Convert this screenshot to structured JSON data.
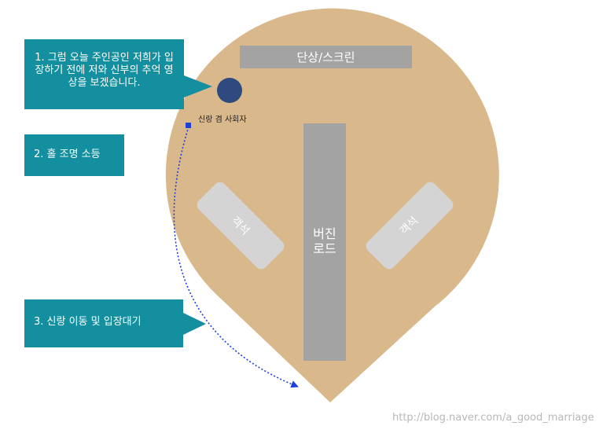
{
  "colors": {
    "venue": "#d9b98c",
    "stage": "#a3a3a3",
    "road": "#a3a3a3",
    "seat": "#d4d4d4",
    "callout": "#138f9f",
    "mc": "#2e4a7f",
    "path": "#1f3fd9"
  },
  "callouts": {
    "step1": "1. 그럼 오늘 주인공인 저희가 입장하기 전에 저와 신부의 추억 영상을 보겠습니다.",
    "step2": "2. 홀 조명 소등",
    "step3": "3. 신랑 이동 및 입장대기"
  },
  "stage": {
    "label": "단상/스크린"
  },
  "road": {
    "label_line1": "버진",
    "label_line2": "로드"
  },
  "seats": {
    "left_label": "객석",
    "right_label": "객석"
  },
  "mc": {
    "label": "신랑 겸 사회자"
  },
  "watermark": "http://blog.naver.com/a_good_marriage"
}
